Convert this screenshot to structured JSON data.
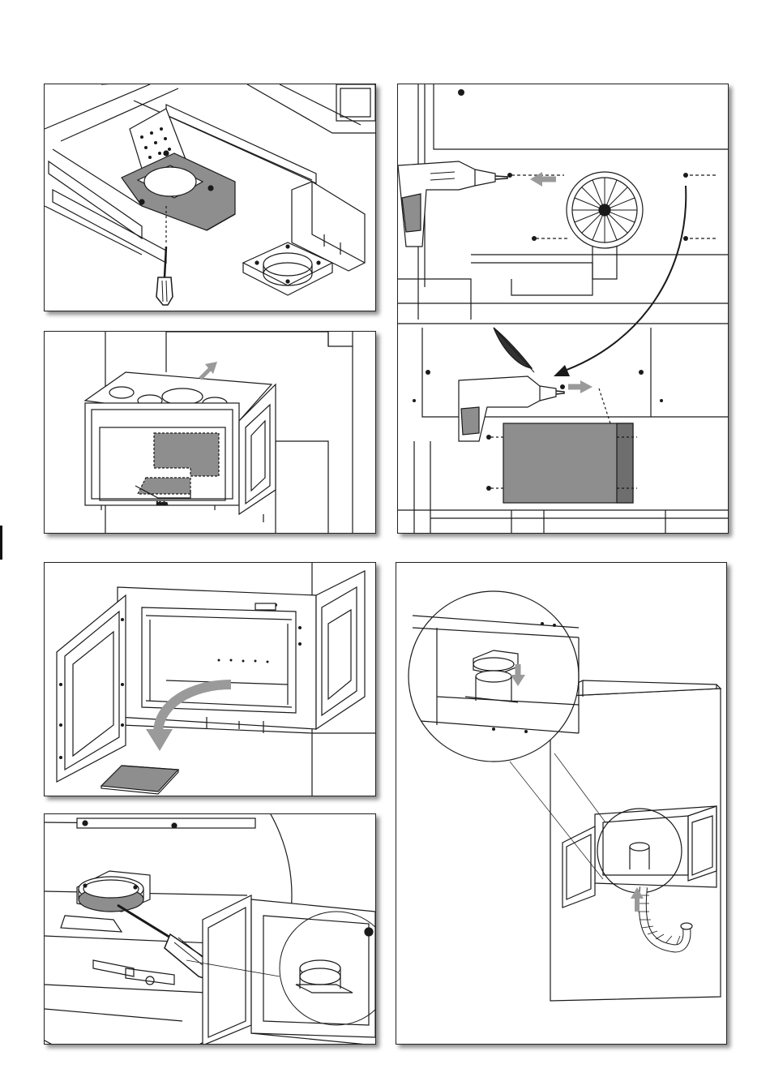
{
  "page": {
    "figure_count": 6
  },
  "figures": [
    {
      "id": "fig-1",
      "depicts": "duct-adapter-with-screwdriver"
    },
    {
      "id": "fig-2",
      "depicts": "stove-body-with-shaded-panels"
    },
    {
      "id": "fig-3",
      "depicts": "fan-removal-and-panel-fixing-with-drill"
    },
    {
      "id": "fig-4",
      "depicts": "door-open-remove-base-plate"
    },
    {
      "id": "fig-5",
      "depicts": "screwing-adapter-flange"
    },
    {
      "id": "fig-6",
      "depicts": "installing-flexible-duct-in-hood"
    }
  ],
  "fig2_logo": "Ideia",
  "colors": {
    "shaded_part": "#8e8e8e",
    "arrow": "#9a9a9a",
    "line": "#1a1a1a",
    "shadow": "#555555"
  }
}
